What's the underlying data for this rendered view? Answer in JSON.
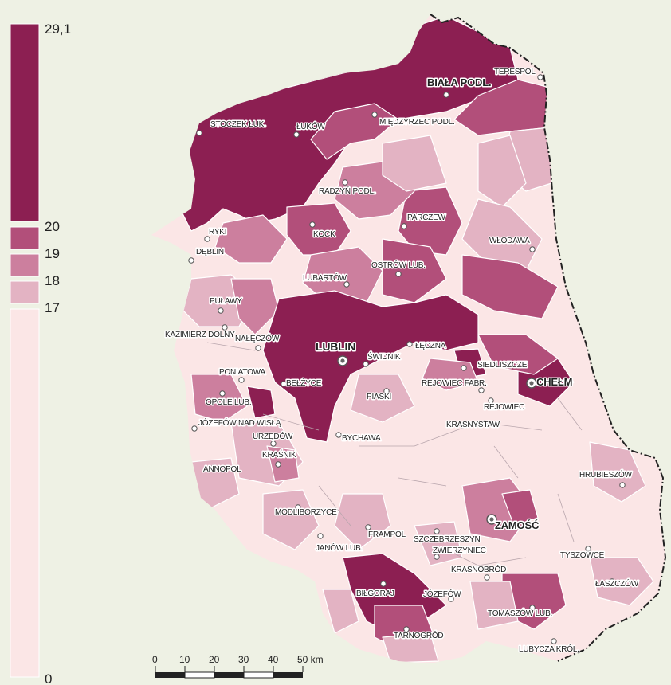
{
  "legend": {
    "classes": [
      {
        "label_top": "29,1",
        "label_bottom": "20",
        "color": "#8c1f52"
      },
      {
        "label_bottom": "19",
        "color": "#b24f7a"
      },
      {
        "label_bottom": "18",
        "color": "#cc7f9e"
      },
      {
        "label_bottom": "17",
        "color": "#e3b3c3"
      },
      {
        "label_bottom": "0",
        "color": "#fbe6e6"
      }
    ]
  },
  "cities": [
    {
      "name": "Terespol",
      "label": "TERESPOL",
      "style": "minor"
    },
    {
      "name": "Biała Podl.",
      "label": "BIAŁA PODL.",
      "style": "major"
    },
    {
      "name": "Stoczek Łuk.",
      "label": "STOCZEK ŁUK.",
      "style": "minor"
    },
    {
      "name": "Łuków",
      "label": "ŁUKÓW",
      "style": "minor"
    },
    {
      "name": "Międzyrzec Podl.",
      "label": "MIĘDZYRZEC PODL.",
      "style": "minor"
    },
    {
      "name": "Radzyń Podl.",
      "label": "RADZYŃ PODL.",
      "style": "minor"
    },
    {
      "name": "Parczew",
      "label": "PARCZEW",
      "style": "minor"
    },
    {
      "name": "Ryki",
      "label": "RYKI",
      "style": "minor"
    },
    {
      "name": "Kock",
      "label": "KOCK",
      "style": "minor"
    },
    {
      "name": "Dęblin",
      "label": "DĘBLIN",
      "style": "minor"
    },
    {
      "name": "Włodawa",
      "label": "WŁODAWA",
      "style": "minor"
    },
    {
      "name": "Ostrów Lub.",
      "label": "OSTRÓW LUB.",
      "style": "minor"
    },
    {
      "name": "Lubartów",
      "label": "LUBARTÓW",
      "style": "minor"
    },
    {
      "name": "Puławy",
      "label": "PUŁAWY",
      "style": "minor"
    },
    {
      "name": "Kazimierz Dolny",
      "label": "KAZIMIERZ DOLNY",
      "style": "minor"
    },
    {
      "name": "Nałęczów",
      "label": "NAŁĘCZÓW",
      "style": "minor"
    },
    {
      "name": "Lublin",
      "label": "LUBLIN",
      "style": "capital"
    },
    {
      "name": "Świdnik",
      "label": "ŚWIDNIK",
      "style": "minor"
    },
    {
      "name": "Łęczna",
      "label": "ŁĘCZNA",
      "style": "minor"
    },
    {
      "name": "Siedliszcze",
      "label": "SIEDLISZCZE",
      "style": "minor"
    },
    {
      "name": "Poniatowa",
      "label": "PONIATOWA",
      "style": "minor"
    },
    {
      "name": "Bełżyce",
      "label": "BEŁŻYCE",
      "style": "minor"
    },
    {
      "name": "Chełm",
      "label": "CHEŁM",
      "style": "major"
    },
    {
      "name": "Opole Lub.",
      "label": "OPOLE LUB.",
      "style": "minor"
    },
    {
      "name": "Piaski",
      "label": "PIASKI",
      "style": "minor"
    },
    {
      "name": "Rejowiec Fabr.",
      "label": "REJOWIEC FABR.",
      "style": "minor"
    },
    {
      "name": "Rejowiec",
      "label": "REJOWIEC",
      "style": "minor"
    },
    {
      "name": "Józefów nad Wisłą",
      "label": "JÓZEFÓW NAD WISŁĄ",
      "style": "minor"
    },
    {
      "name": "Urzędów",
      "label": "URZĘDÓW",
      "style": "minor"
    },
    {
      "name": "Bychawa",
      "label": "BYCHAWA",
      "style": "minor"
    },
    {
      "name": "Krasnystaw",
      "label": "KRASNYSTAW",
      "style": "minor"
    },
    {
      "name": "Kraśnik",
      "label": "KRAŚNIK",
      "style": "minor"
    },
    {
      "name": "Annopol",
      "label": "ANNOPOL",
      "style": "minor"
    },
    {
      "name": "Hrubieszów",
      "label": "HRUBIESZÓW",
      "style": "minor"
    },
    {
      "name": "Modliborzyce",
      "label": "MODLIBORZYCE",
      "style": "minor"
    },
    {
      "name": "Zamość",
      "label": "ZAMOŚĆ",
      "style": "major"
    },
    {
      "name": "Frampol",
      "label": "FRAMPOL",
      "style": "minor"
    },
    {
      "name": "Szczebrzeszyn",
      "label": "SZCZEBRZESZYN",
      "style": "minor"
    },
    {
      "name": "Janów Lub.",
      "label": "JANÓW LUB.",
      "style": "minor"
    },
    {
      "name": "Zwierzyniec",
      "label": "ZWIERZYNIEC",
      "style": "minor"
    },
    {
      "name": "Tyszowce",
      "label": "TYSZOWCE",
      "style": "minor"
    },
    {
      "name": "Krasnobród",
      "label": "KRASNOBRÓD",
      "style": "minor"
    },
    {
      "name": "Łaszczów",
      "label": "ŁASZCZÓW",
      "style": "minor"
    },
    {
      "name": "Biłgoraj",
      "label": "BIŁGORAJ",
      "style": "minor"
    },
    {
      "name": "Józefów",
      "label": "JÓZEFÓW",
      "style": "minor"
    },
    {
      "name": "Tomaszów Lub.",
      "label": "TOMASZÓW LUB.",
      "style": "minor"
    },
    {
      "name": "Tarnogród",
      "label": "TARNOGRÓD",
      "style": "minor"
    },
    {
      "name": "Lubycza Król.",
      "label": "LUBYCZA KRÓL.",
      "style": "minor"
    }
  ],
  "scale_bar": {
    "ticks": [
      "0",
      "10",
      "20",
      "30",
      "40",
      "50 km"
    ]
  },
  "colors": {
    "background": "#eef1e4",
    "border": "#ffffff",
    "state_border": "#222222"
  }
}
